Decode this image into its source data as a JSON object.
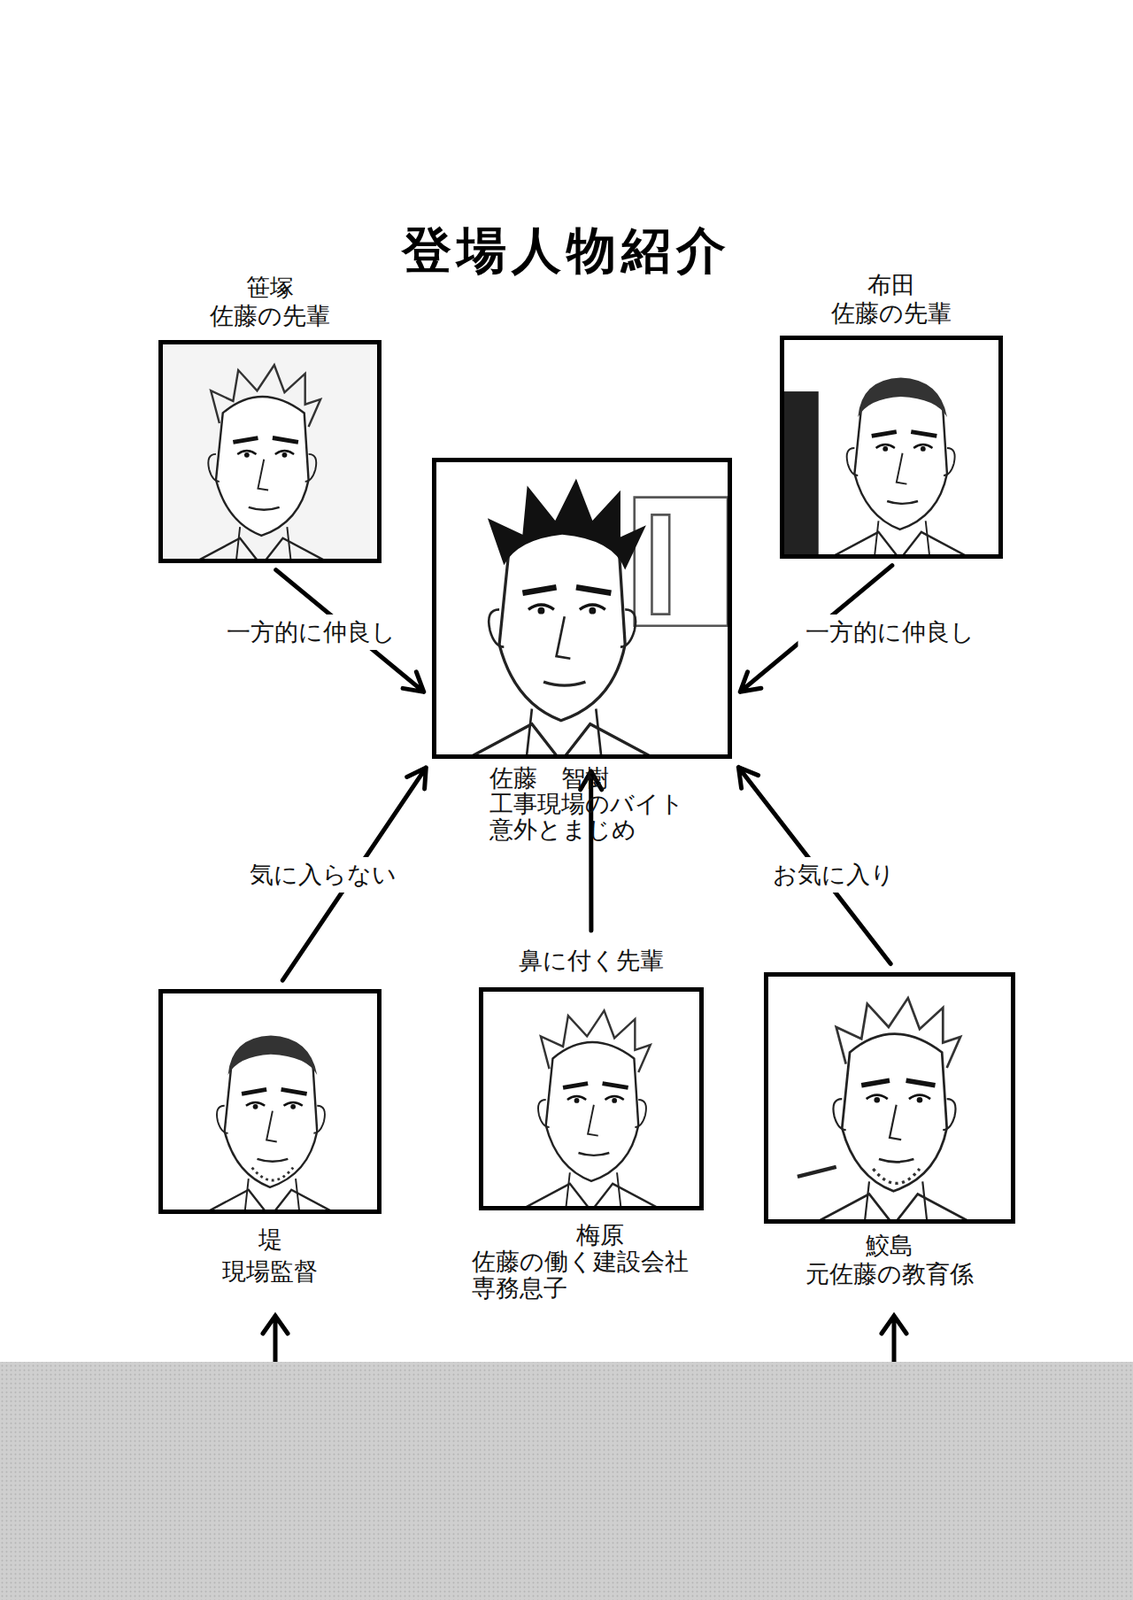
{
  "diagram": {
    "title": "登場人物紹介",
    "nodes": [
      {
        "text": [
          "笹塚",
          "佐藤の先輩"
        ]
      },
      {
        "text": [
          "布田",
          "佐藤の先輩"
        ]
      },
      {
        "text": [
          "佐藤　智樹",
          "工事現場のバイト",
          "意外とまじめ"
        ]
      },
      {
        "text": [
          "堤",
          "現場監督"
        ]
      },
      {
        "text": [
          "梅原",
          "佐藤の働く建設会社",
          "専務息子"
        ]
      },
      {
        "text": [
          "鮫島",
          "元佐藤の教育係"
        ]
      }
    ],
    "edges": [
      {
        "from": 0,
        "to": 2,
        "arrow": "to",
        "label": "一方的に仲良し"
      },
      {
        "from": 1,
        "to": 2,
        "arrow": "to",
        "label": "一方的に仲良し"
      },
      {
        "from": 3,
        "to": 2,
        "arrow": "to",
        "label": "気に入らない"
      },
      {
        "from": 4,
        "to": 2,
        "arrow": "to",
        "label": "鼻に付く先輩"
      },
      {
        "from": 5,
        "to": 2,
        "arrow": "to",
        "label": "お気に入り"
      }
    ]
  }
}
